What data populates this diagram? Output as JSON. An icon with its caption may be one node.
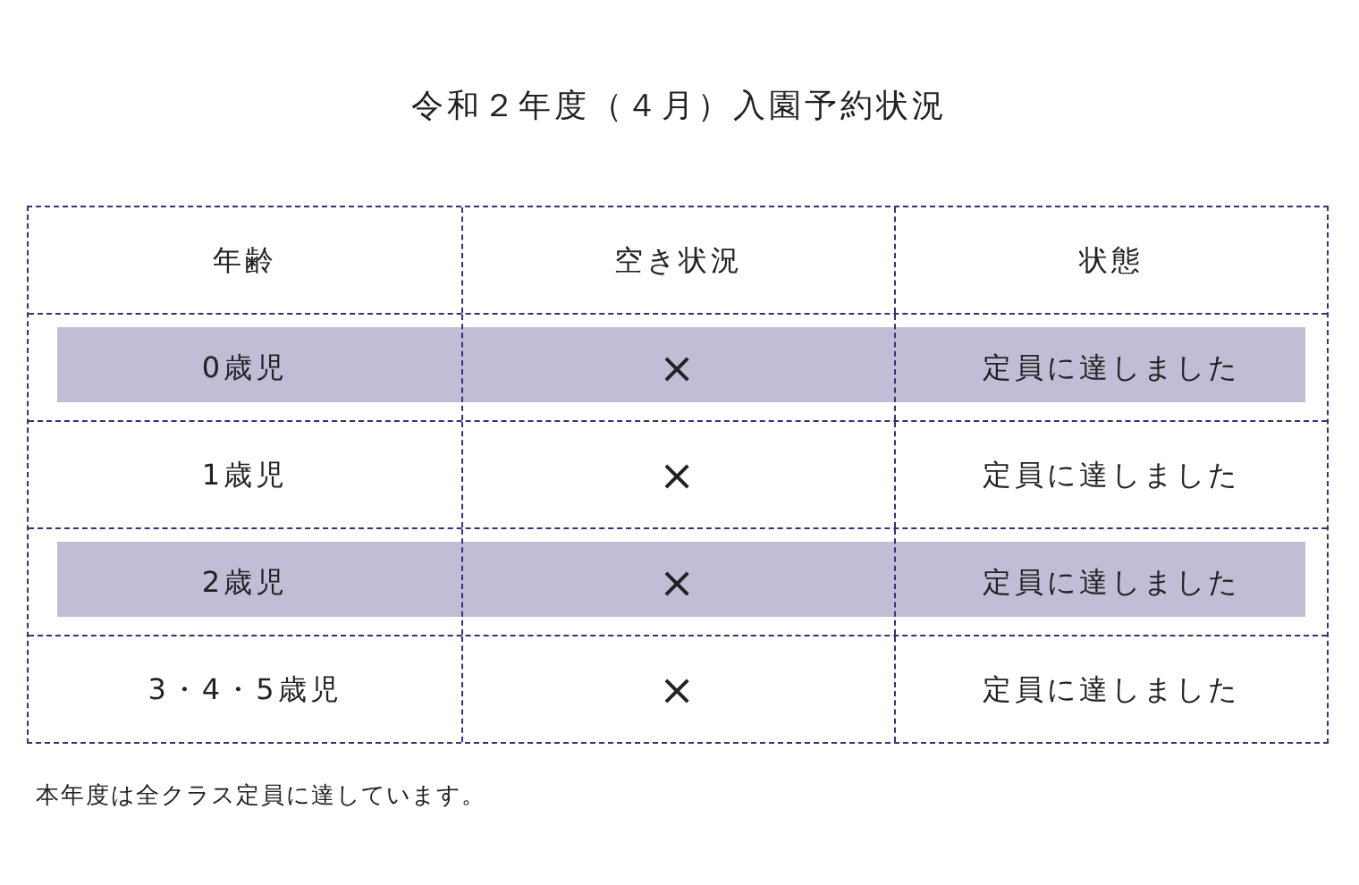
{
  "diagram": {
    "title": "令和２年度（４月）入園予約状況",
    "labels": [
      "年齢",
      "空き状況",
      "状態",
      "0歳児",
      "×",
      "定員に達しました",
      "1歳児",
      "×",
      "定員に達しました",
      "2歳児",
      "×",
      "定員に達しました",
      "3・4・5歳児",
      "×",
      "定員に達しました",
      "本年度は全クラス定員に達しています。"
    ]
  }
}
